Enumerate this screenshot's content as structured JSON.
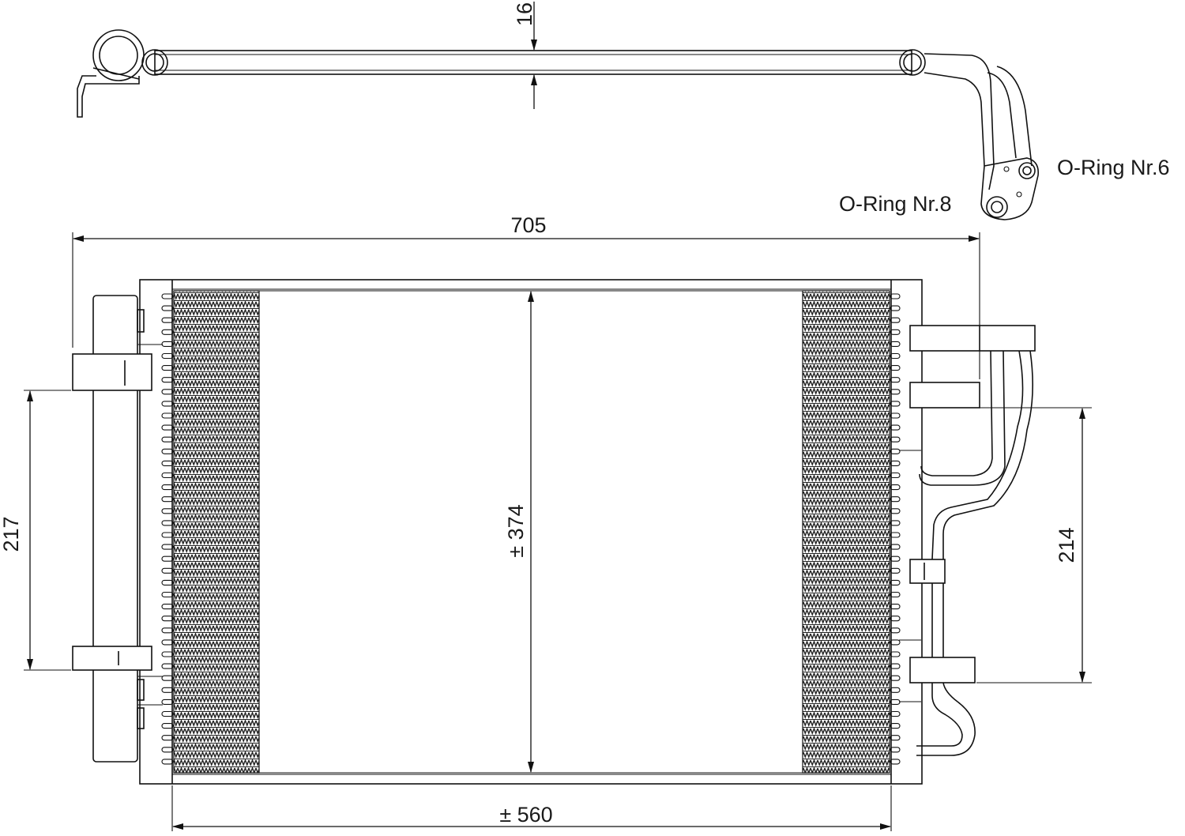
{
  "dimensions": {
    "top_tube_diameter": "16",
    "overall_width": "705",
    "core_height": "± 374",
    "core_width": "± 560",
    "left_bracket_spacing": "217",
    "right_bracket_spacing": "214"
  },
  "labels": {
    "oring_6": "O-Ring Nr.6",
    "oring_8": "O-Ring Nr.8"
  },
  "colors": {
    "line": "#111111",
    "fin_pattern": "#2b2b2b",
    "background": "#ffffff"
  }
}
